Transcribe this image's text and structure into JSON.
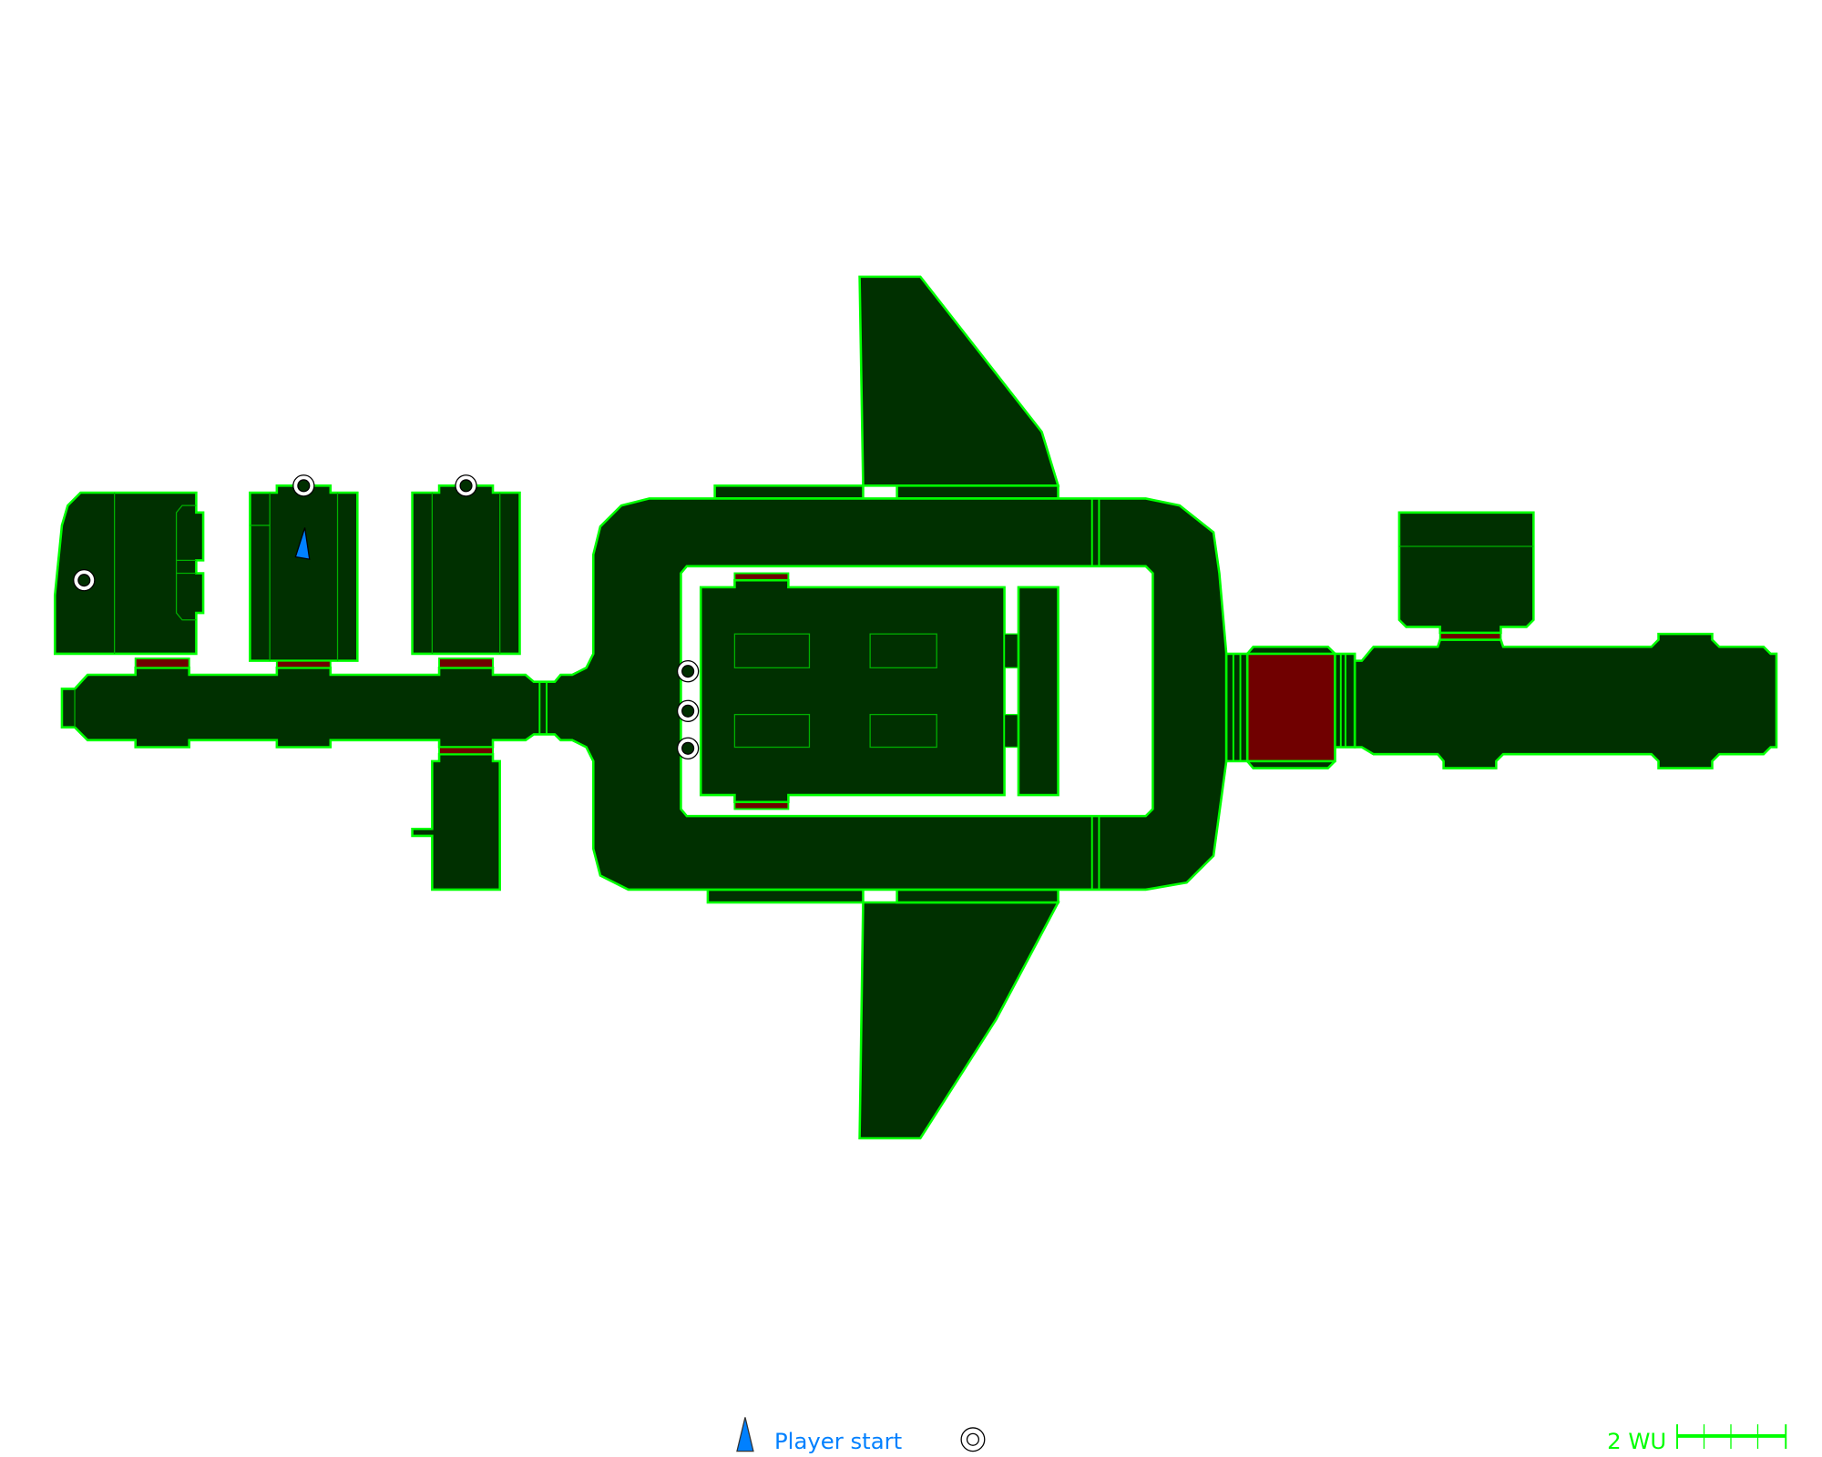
{
  "colors": {
    "floor": "#003000",
    "wall": "#00ff00",
    "highlight_room": "#700000",
    "player": "#0080ff"
  },
  "legend": {
    "player_start_icon": "player-start-triangle-icon",
    "player_start_label": "Player start",
    "waypoint_icon": "double-circle-icon"
  },
  "scale_bar": {
    "label": "2 WU",
    "divisions": 4
  }
}
